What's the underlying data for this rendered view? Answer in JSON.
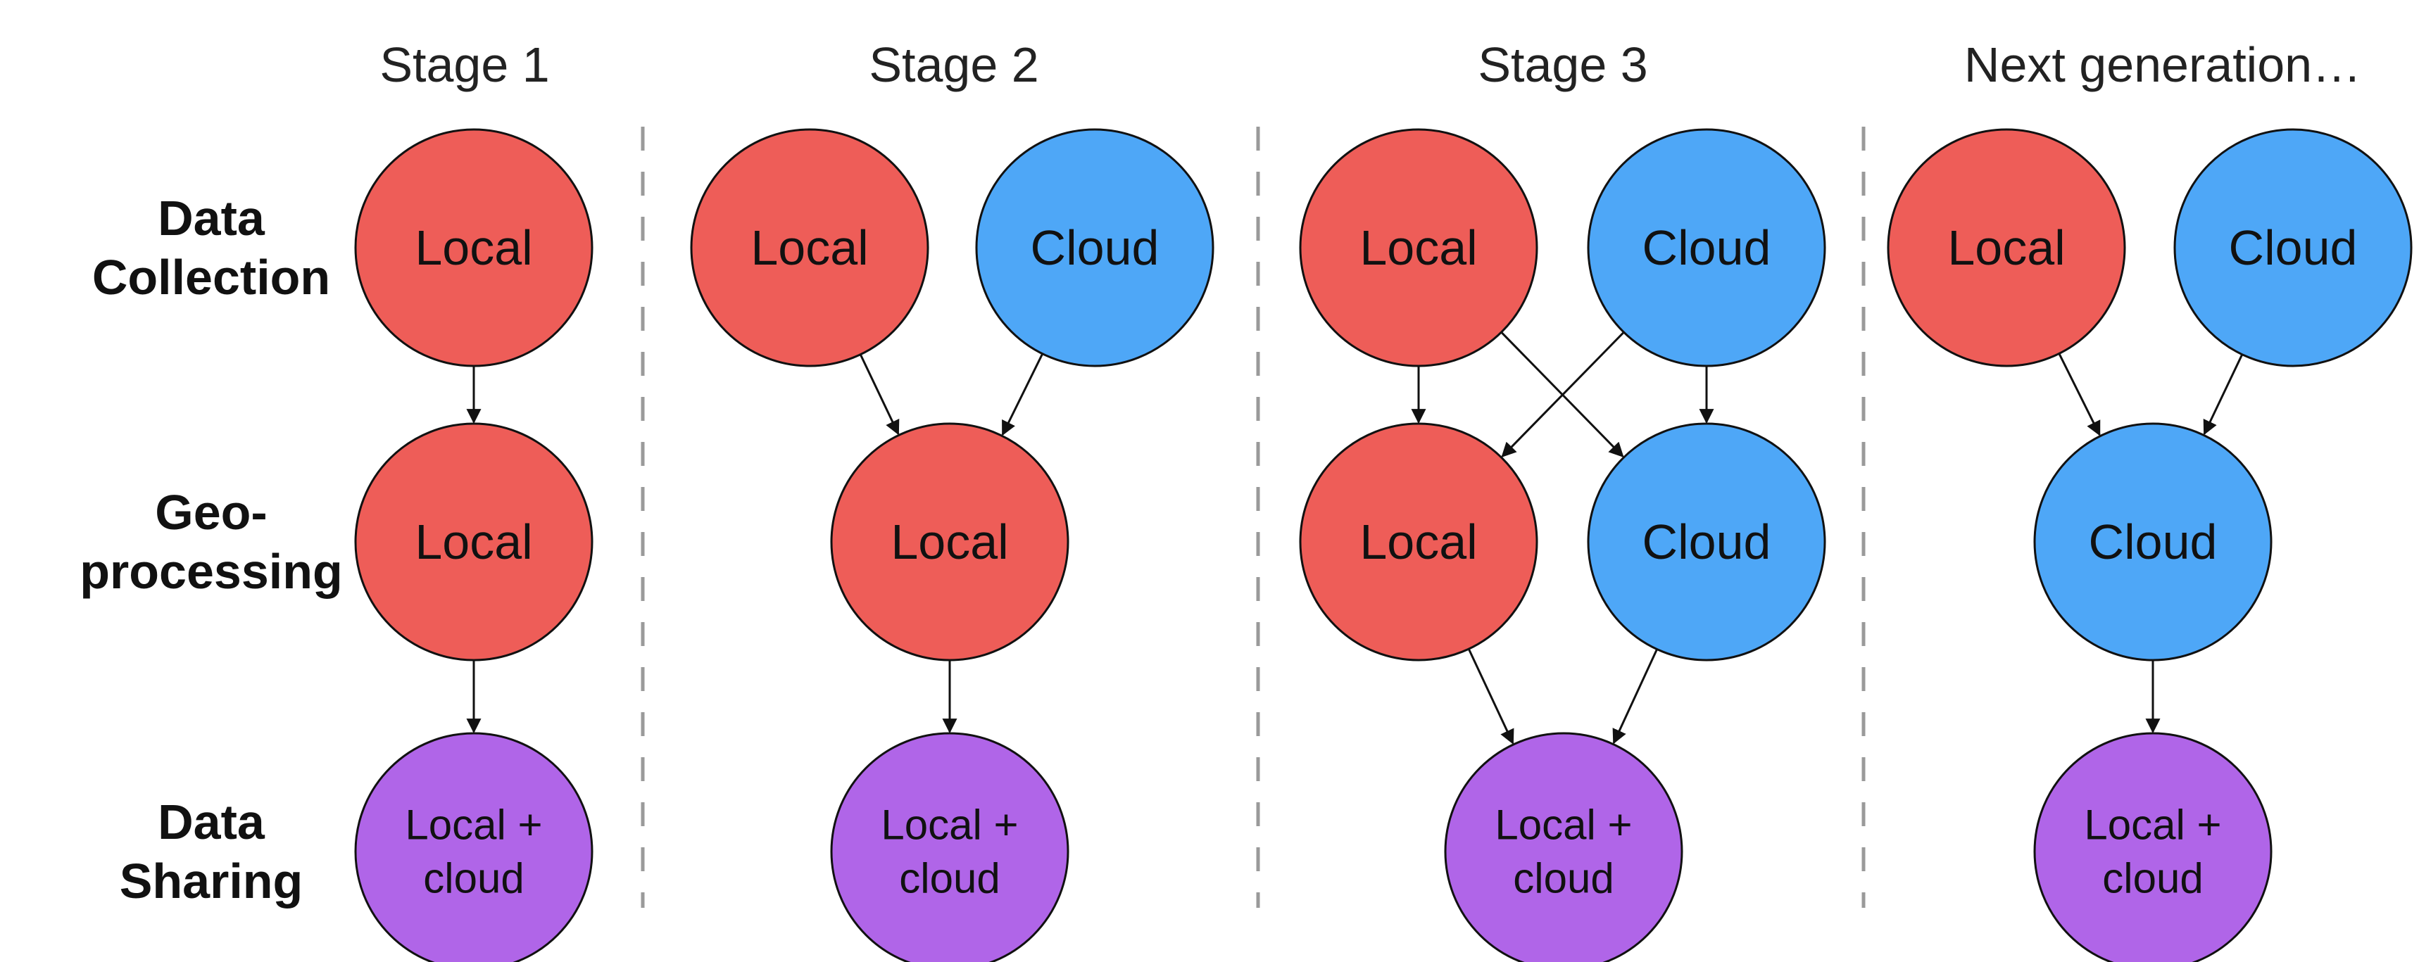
{
  "stages": [
    {
      "title": "Stage 1",
      "nodes": [
        {
          "id": "s1-collect-local",
          "label": "Local",
          "kind": "local"
        },
        {
          "id": "s1-proc-local",
          "label": "Local",
          "kind": "local"
        },
        {
          "id": "s1-share",
          "label": "Local +\ncloud",
          "kind": "share"
        }
      ],
      "edges": [
        [
          "s1-collect-local",
          "s1-proc-local"
        ],
        [
          "s1-proc-local",
          "s1-share"
        ]
      ]
    },
    {
      "title": "Stage 2",
      "nodes": [
        {
          "id": "s2-collect-local",
          "label": "Local",
          "kind": "local"
        },
        {
          "id": "s2-collect-cloud",
          "label": "Cloud",
          "kind": "cloud"
        },
        {
          "id": "s2-proc-local",
          "label": "Local",
          "kind": "local"
        },
        {
          "id": "s2-share",
          "label": "Local +\ncloud",
          "kind": "share"
        }
      ],
      "edges": [
        [
          "s2-collect-local",
          "s2-proc-local"
        ],
        [
          "s2-collect-cloud",
          "s2-proc-local"
        ],
        [
          "s2-proc-local",
          "s2-share"
        ]
      ]
    },
    {
      "title": "Stage 3",
      "nodes": [
        {
          "id": "s3-collect-local",
          "label": "Local",
          "kind": "local"
        },
        {
          "id": "s3-collect-cloud",
          "label": "Cloud",
          "kind": "cloud"
        },
        {
          "id": "s3-proc-local",
          "label": "Local",
          "kind": "local"
        },
        {
          "id": "s3-proc-cloud",
          "label": "Cloud",
          "kind": "cloud"
        },
        {
          "id": "s3-share",
          "label": "Local +\ncloud",
          "kind": "share"
        }
      ],
      "edges": [
        [
          "s3-collect-local",
          "s3-proc-local"
        ],
        [
          "s3-collect-local",
          "s3-proc-cloud"
        ],
        [
          "s3-collect-cloud",
          "s3-proc-local"
        ],
        [
          "s3-collect-cloud",
          "s3-proc-cloud"
        ],
        [
          "s3-proc-local",
          "s3-share"
        ],
        [
          "s3-proc-cloud",
          "s3-share"
        ]
      ]
    },
    {
      "title": "Next generation…",
      "nodes": [
        {
          "id": "s4-collect-local",
          "label": "Local",
          "kind": "local"
        },
        {
          "id": "s4-collect-cloud",
          "label": "Cloud",
          "kind": "cloud"
        },
        {
          "id": "s4-proc-cloud",
          "label": "Cloud",
          "kind": "cloud"
        },
        {
          "id": "s4-share",
          "label": "Local +\ncloud",
          "kind": "share"
        }
      ],
      "edges": [
        [
          "s4-collect-local",
          "s4-proc-cloud"
        ],
        [
          "s4-collect-cloud",
          "s4-proc-cloud"
        ],
        [
          "s4-proc-cloud",
          "s4-share"
        ]
      ]
    }
  ],
  "rows": [
    {
      "label": "Data\nCollection"
    },
    {
      "label": "Geo-\nprocessing"
    },
    {
      "label": "Data\nSharing"
    }
  ],
  "colors": {
    "local": "#ee5d58",
    "cloud": "#4ea7f7",
    "share": "#b065e8",
    "stroke": "#111111",
    "divider": "#9a9a9a"
  }
}
